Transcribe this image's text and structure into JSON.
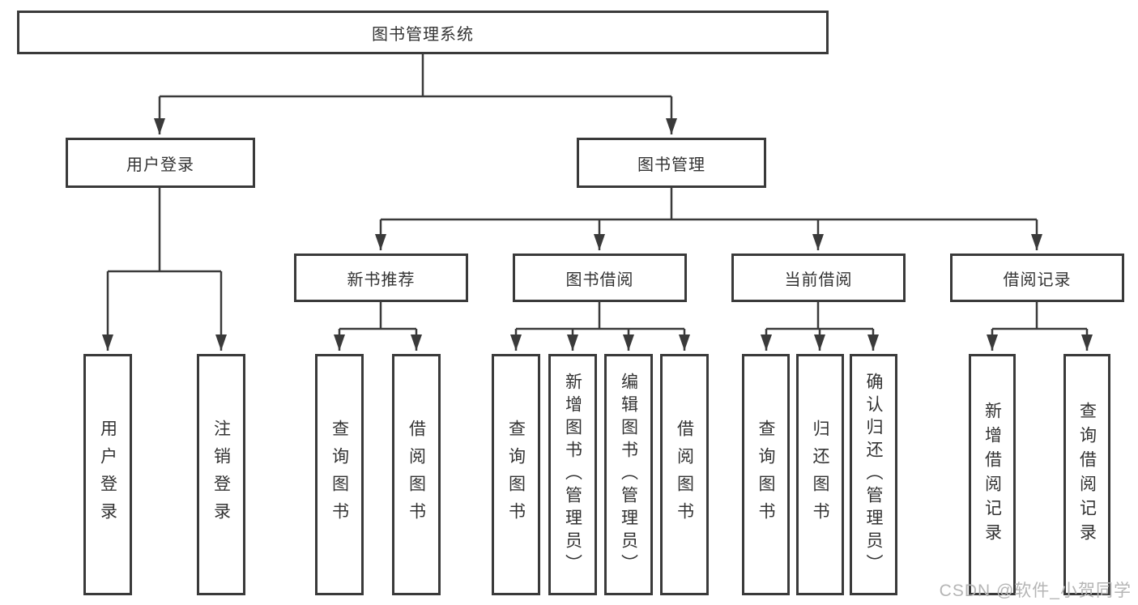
{
  "tree": {
    "label": "图书管理系统",
    "children": [
      {
        "label": "用户登录",
        "children": [
          {
            "label": "用户登录"
          },
          {
            "label": "注销登录"
          }
        ]
      },
      {
        "label": "图书管理",
        "children": [
          {
            "label": "新书推荐",
            "children": [
              {
                "label": "查询图书"
              },
              {
                "label": "借阅图书"
              }
            ]
          },
          {
            "label": "图书借阅",
            "children": [
              {
                "label": "查询图书"
              },
              {
                "label": "新增图书（管理员）"
              },
              {
                "label": "编辑图书（管理员）"
              },
              {
                "label": "借阅图书"
              }
            ]
          },
          {
            "label": "当前借阅",
            "children": [
              {
                "label": "查询图书"
              },
              {
                "label": "归还图书"
              },
              {
                "label": "确认归还（管理员）"
              }
            ]
          },
          {
            "label": "借阅记录",
            "children": [
              {
                "label": "新增借阅记录"
              },
              {
                "label": "查询借阅记录"
              }
            ]
          }
        ]
      }
    ]
  },
  "watermark": {
    "text": "CSDN @软件_小贺同学",
    "color": "#b5b5b5"
  },
  "colors": {
    "background": "#ffffff",
    "box_fill": "#ffffff",
    "box_border": "#3a3a3a",
    "line": "#3a3a3a",
    "text": "#333333"
  }
}
